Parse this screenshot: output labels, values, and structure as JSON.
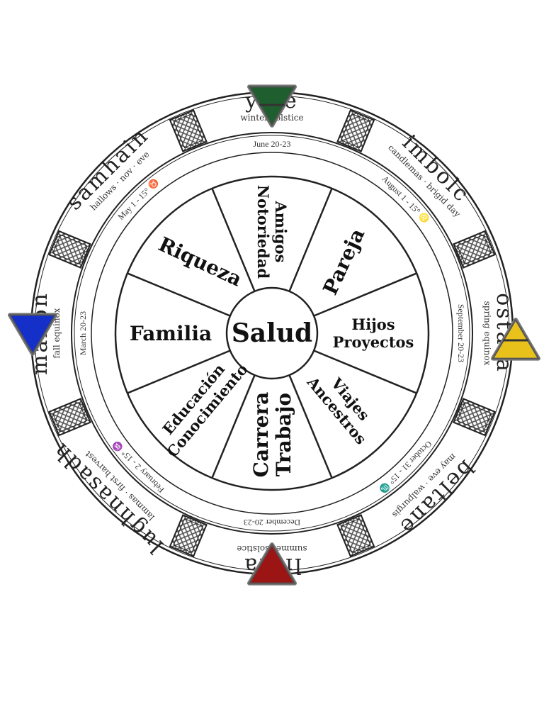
{
  "diagram": {
    "center_label": "Salud",
    "sectors": [
      {
        "lines": [
          "Amigos",
          "Notoriedad"
        ]
      },
      {
        "lines": [
          "Pareja"
        ]
      },
      {
        "lines": [
          "Hijos",
          "Proyectos"
        ]
      },
      {
        "lines": [
          "Viajes",
          "Ancestros"
        ]
      },
      {
        "lines": [
          "Carrera",
          "Trabajo"
        ]
      },
      {
        "lines": [
          "Educación",
          "Conocimiento"
        ]
      },
      {
        "lines": [
          "Familia"
        ]
      },
      {
        "lines": [
          "Riqueza"
        ]
      }
    ],
    "sabbats": [
      {
        "name": "yule",
        "subtitle": "winter solstice",
        "date": "June 20-23"
      },
      {
        "name": "imbolc",
        "subtitle": "candlemas · brigid day",
        "date": "August 1 - 15° ♌"
      },
      {
        "name": "ostara",
        "subtitle": "spring equinox",
        "date": "September 20-23"
      },
      {
        "name": "beltane",
        "subtitle": "may eve · walpurgis",
        "date": "October 31 - 15° ♏"
      },
      {
        "name": "litha",
        "subtitle": "summer solstice",
        "date": "December 20-23"
      },
      {
        "name": "lughnasadh",
        "subtitle": "lammas · first harvest",
        "date": "February 2 - 15° ♒"
      },
      {
        "name": "mabon",
        "subtitle": "fall equinox",
        "date": "March 20-23"
      },
      {
        "name": "samhain",
        "subtitle": "hallows · nov · eve",
        "date": "May 1 - 15° ♉"
      }
    ],
    "element_markers": [
      {
        "symbol": "earth-triangle-icon",
        "color": "#1f5e2e"
      },
      {
        "symbol": "air-triangle-icon",
        "color": "#e8c21b"
      },
      {
        "symbol": "fire-triangle-icon",
        "color": "#9b1515"
      },
      {
        "symbol": "water-triangle-icon",
        "color": "#1530c8"
      }
    ]
  }
}
